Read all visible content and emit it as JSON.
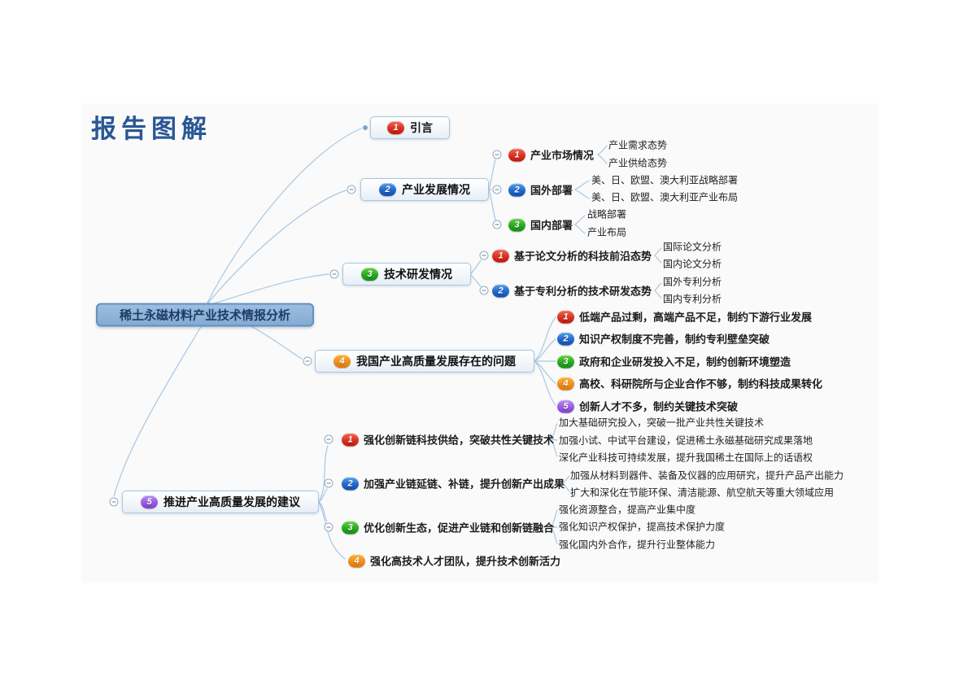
{
  "title": "报告图解",
  "root": {
    "label": "稀土永磁材料产业技术情报分析"
  },
  "branches": [
    {
      "num": "1",
      "label": "引言"
    },
    {
      "num": "2",
      "label": "产业发展情况",
      "children": [
        {
          "num": "1",
          "label": "产业市场情况",
          "leaves": [
            "产业需求态势",
            "产业供给态势"
          ]
        },
        {
          "num": "2",
          "label": "国外部署",
          "leaves": [
            "美、日、欧盟、澳大利亚战略部署",
            "美、日、欧盟、澳大利亚产业布局"
          ]
        },
        {
          "num": "3",
          "label": "国内部署",
          "leaves": [
            "战略部署",
            "产业布局"
          ]
        }
      ]
    },
    {
      "num": "3",
      "label": "技术研发情况",
      "children": [
        {
          "num": "1",
          "label": "基于论文分析的科技前沿态势",
          "leaves": [
            "国际论文分析",
            "国内论文分析"
          ]
        },
        {
          "num": "2",
          "label": "基于专利分析的技术研发态势",
          "leaves": [
            "国外专利分析",
            "国内专利分析"
          ]
        }
      ]
    },
    {
      "num": "4",
      "label": "我国产业高质量发展存在的问题",
      "children": [
        {
          "num": "1",
          "label": "低端产品过剩，高端产品不足，制约下游行业发展"
        },
        {
          "num": "2",
          "label": "知识产权制度不完善，制约专利壁垒突破"
        },
        {
          "num": "3",
          "label": "政府和企业研发投入不足，制约创新环境塑造"
        },
        {
          "num": "4",
          "label": "高校、科研院所与企业合作不够，制约科技成果转化"
        },
        {
          "num": "5",
          "label": "创新人才不多，制约关键技术突破"
        }
      ]
    },
    {
      "num": "5",
      "label": "推进产业高质量发展的建议",
      "children": [
        {
          "num": "1",
          "label": "强化创新链科技供给，突破共性关键技术",
          "leaves": [
            "加大基础研究投入，突破一批产业共性关键技术",
            "加强小试、中试平台建设，促进稀土永磁基础研究成果落地",
            "深化产业科技可持续发展，提升我国稀土在国际上的话语权"
          ]
        },
        {
          "num": "2",
          "label": "加强产业链延链、补链，提升创新产出成果",
          "leaves": [
            "加强从材料到器件、装备及仪器的应用研究，提升产品产出能力",
            "扩大和深化在节能环保、清洁能源、航空航天等重大领域应用"
          ]
        },
        {
          "num": "3",
          "label": "优化创新生态，促进产业链和创新链融合",
          "leaves": [
            "强化资源整合，提高产业集中度",
            "强化知识产权保护，提高技术保护力度",
            "强化国内外合作，提升行业整体能力"
          ]
        },
        {
          "num": "4",
          "label": "强化高技术人才团队，提升技术创新活力"
        }
      ]
    }
  ],
  "colors": {
    "title": "#2a5795",
    "root_fill": "#8fb3da",
    "root_border": "#6590bd",
    "connector": "#a9c7e2",
    "badge_red": "#d93322",
    "badge_blue": "#2268cc",
    "badge_green": "#2aa821",
    "badge_orange": "#ef8f1c",
    "badge_purple": "#9a5ce0"
  }
}
